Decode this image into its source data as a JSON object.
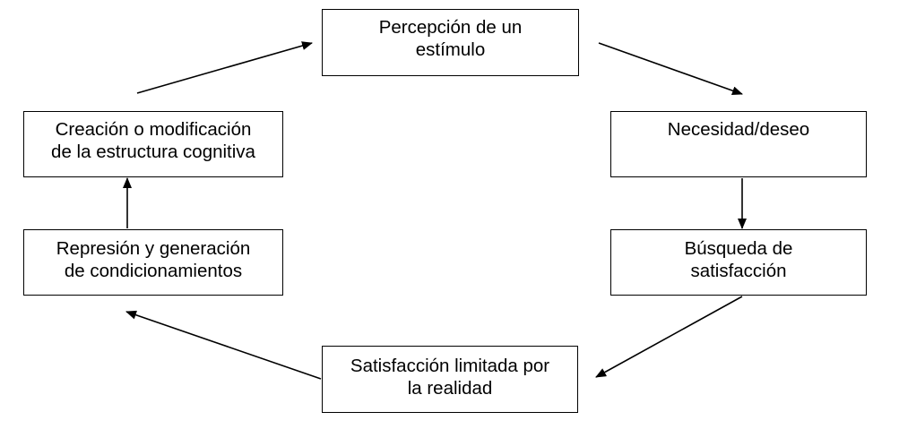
{
  "nodes": {
    "percepcion": "Percepción de un\nestímulo",
    "necesidad": "Necesidad/deseo",
    "busqueda": "Búsqueda de\nsatisfacción",
    "satisfaccion": "Satisfacción limitada por\nla realidad",
    "represion": "Represión y generación\nde condicionamientos",
    "creacion": "Creación o modificación\nde la estructura cognitiva"
  },
  "edges": [
    {
      "from": "percepcion",
      "to": "necesidad"
    },
    {
      "from": "necesidad",
      "to": "busqueda"
    },
    {
      "from": "busqueda",
      "to": "satisfaccion"
    },
    {
      "from": "satisfaccion",
      "to": "represion"
    },
    {
      "from": "represion",
      "to": "creacion"
    },
    {
      "from": "creacion",
      "to": "percepcion"
    }
  ],
  "colors": {
    "stroke": "#000000",
    "background": "#ffffff"
  }
}
